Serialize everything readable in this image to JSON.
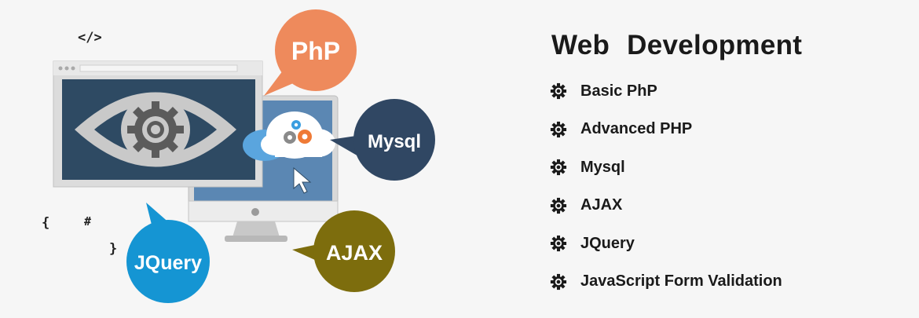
{
  "illustration": {
    "bubbles": {
      "php": "PhP",
      "mysql": "Mysql",
      "ajax": "AJAX",
      "jquery": "JQuery"
    },
    "code_symbols": {
      "tag": "</>",
      "brace_open": "{",
      "hash": "#",
      "brace_close": "}"
    },
    "colors": {
      "php": "#ee8a5c",
      "mysql": "#304763",
      "ajax": "#7d6d0d",
      "jquery": "#1595d3",
      "screen": "#2e4a63",
      "monitor_screen": "#5b87b3",
      "cloud": "#5aa5de",
      "eye": "#c9c9c9"
    },
    "icons": [
      "eye-icon",
      "gear-icon",
      "cloud-icon",
      "cursor-icon",
      "monitor-icon",
      "browser-window-icon"
    ]
  },
  "section": {
    "title": "Web  Development",
    "topics": [
      {
        "label": "Basic PhP"
      },
      {
        "label": "Advanced PHP"
      },
      {
        "label": "Mysql"
      },
      {
        "label": "AJAX"
      },
      {
        "label": "JQuery"
      },
      {
        "label": "JavaScript Form Validation"
      }
    ],
    "bullet_icon": "gear-icon"
  }
}
